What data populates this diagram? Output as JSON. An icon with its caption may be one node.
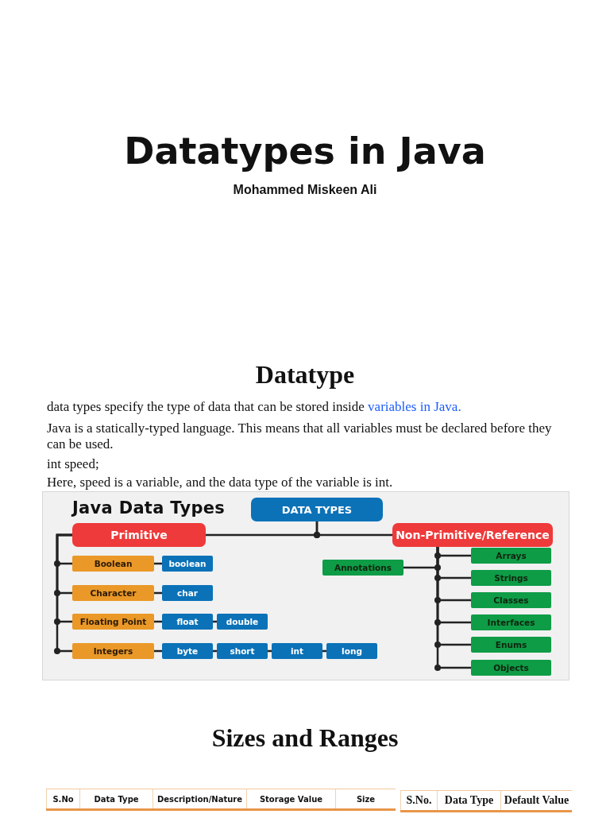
{
  "diagram": {
    "title": "Datatypes in Java",
    "nodes": [
      {
        "text": [
          "DATA TYPES"
        ]
      },
      {
        "text": [
          "Primitive"
        ]
      },
      {
        "text": [
          "Non-Primitive/Reference"
        ]
      },
      {
        "text": [
          "Boolean"
        ]
      },
      {
        "text": [
          "boolean"
        ]
      },
      {
        "text": [
          "Character"
        ]
      },
      {
        "text": [
          "char"
        ]
      },
      {
        "text": [
          "Floating Point"
        ]
      },
      {
        "text": [
          "float"
        ]
      },
      {
        "text": [
          "double"
        ]
      },
      {
        "text": [
          "Integers"
        ]
      },
      {
        "text": [
          "byte"
        ]
      },
      {
        "text": [
          "short"
        ]
      },
      {
        "text": [
          "int"
        ]
      },
      {
        "text": [
          "long"
        ]
      },
      {
        "text": [
          "Annotations"
        ]
      },
      {
        "text": [
          "Arrays"
        ]
      },
      {
        "text": [
          "Strings"
        ]
      },
      {
        "text": [
          "Classes"
        ]
      },
      {
        "text": [
          "Interfaces"
        ]
      },
      {
        "text": [
          "Enums"
        ]
      },
      {
        "text": [
          "Objects"
        ]
      }
    ],
    "edges": [
      {
        "from": 0,
        "to": 1,
        "arrow": "none"
      },
      {
        "from": 0,
        "to": 2,
        "arrow": "none"
      },
      {
        "from": 1,
        "to": 3,
        "arrow": "none"
      },
      {
        "from": 1,
        "to": 5,
        "arrow": "none"
      },
      {
        "from": 1,
        "to": 7,
        "arrow": "none"
      },
      {
        "from": 1,
        "to": 10,
        "arrow": "none"
      },
      {
        "from": 3,
        "to": 4,
        "arrow": "none"
      },
      {
        "from": 5,
        "to": 6,
        "arrow": "none"
      },
      {
        "from": 7,
        "to": 8,
        "arrow": "none"
      },
      {
        "from": 8,
        "to": 9,
        "arrow": "none"
      },
      {
        "from": 10,
        "to": 11,
        "arrow": "none"
      },
      {
        "from": 11,
        "to": 12,
        "arrow": "none"
      },
      {
        "from": 12,
        "to": 13,
        "arrow": "none"
      },
      {
        "from": 13,
        "to": 14,
        "arrow": "none"
      },
      {
        "from": 2,
        "to": 15,
        "arrow": "none"
      },
      {
        "from": 2,
        "to": 16,
        "arrow": "none"
      },
      {
        "from": 2,
        "to": 17,
        "arrow": "none"
      },
      {
        "from": 2,
        "to": 18,
        "arrow": "none"
      },
      {
        "from": 2,
        "to": 19,
        "arrow": "none"
      },
      {
        "from": 2,
        "to": 20,
        "arrow": "none"
      },
      {
        "from": 2,
        "to": 21,
        "arrow": "none"
      }
    ],
    "labels": [
      "Mohammed Miskeen Ali",
      "Datatype",
      "data types specify the type of data that can be stored inside",
      "variables in Java.",
      "Java is a statically-typed language. This means that all variables must be declared before they can be used.",
      "int speed;",
      "Here, speed is a variable, and the data type of the variable is int.",
      "Java Data Types",
      "Sizes and Ranges",
      "S.No",
      "Data Type",
      "Description/Nature",
      "Storage Value",
      "Size",
      "S.No.",
      "Data Type",
      "Default Value"
    ]
  }
}
